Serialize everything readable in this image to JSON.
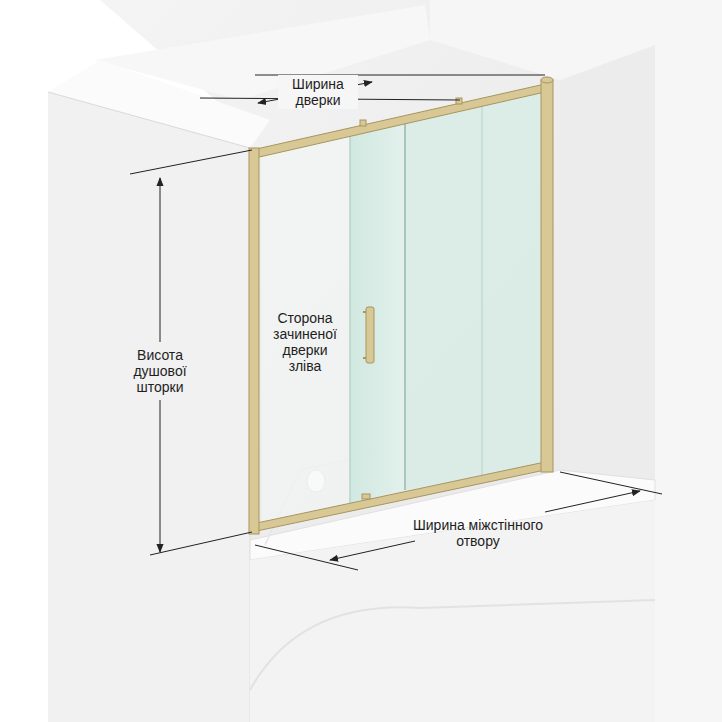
{
  "diagram": {
    "labels": [
      "Ширина дверки",
      "Висота душової шторки",
      "Сторона зачиненої дверки зліва",
      "Ширина міжстінного отвору"
    ]
  }
}
